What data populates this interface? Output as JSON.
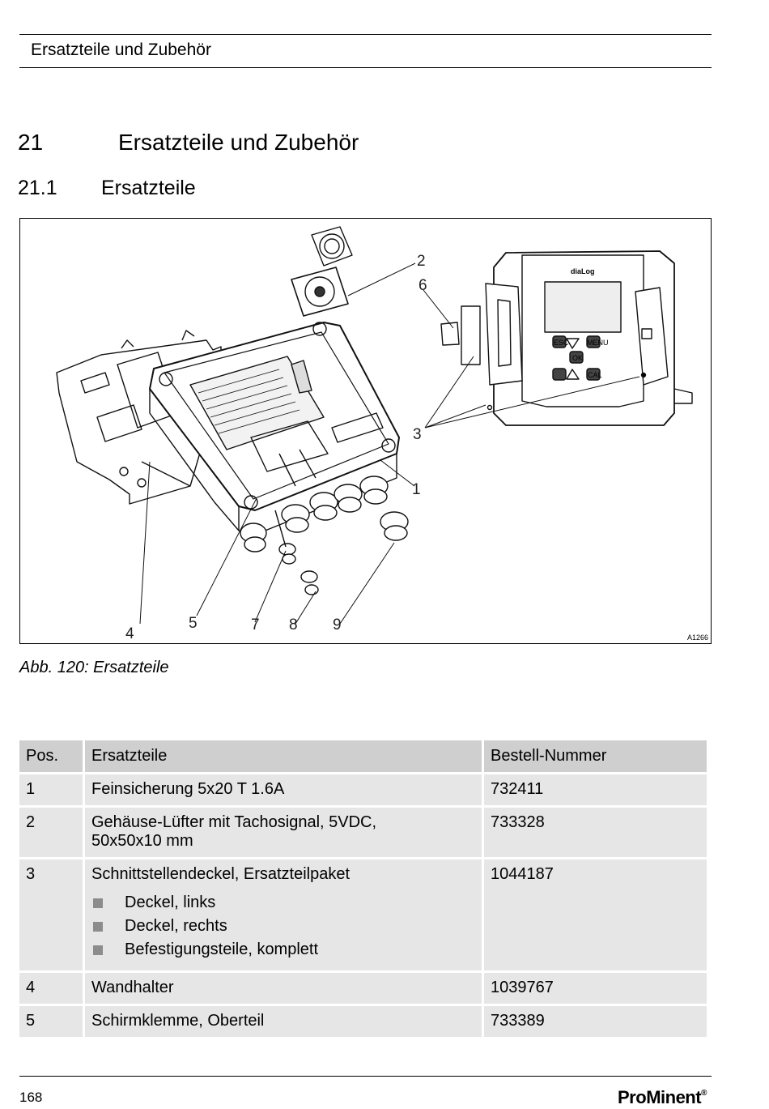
{
  "header": {
    "running_title": "Ersatzteile und Zubehör"
  },
  "chapter": {
    "number": "21",
    "title": "Ersatzteile und Zubehör"
  },
  "section": {
    "number": "21.1",
    "title": "Ersatzteile"
  },
  "figure": {
    "id": "A1266",
    "caption": "Abb. 120: Ersatzteile",
    "device_label": "diaLog",
    "keypad": [
      "ESC",
      "MENU",
      "OK",
      "CAL"
    ],
    "callouts": [
      "1",
      "2",
      "3",
      "4",
      "5",
      "6",
      "7",
      "8",
      "9"
    ]
  },
  "table": {
    "headers": [
      "Pos.",
      "Ersatzteile",
      "Bestell-Nummer"
    ],
    "rows": [
      {
        "pos": "1",
        "part": "Feinsicherung 5x20 T 1.6A",
        "order": "732411"
      },
      {
        "pos": "2",
        "part": "Gehäuse-Lüfter mit Tachosignal, 5VDC,",
        "part_line2": "50x50x10 mm",
        "order": "733328"
      },
      {
        "pos": "3",
        "part": "Schnittstellendeckel, Ersatzteilpaket",
        "order": "1044187",
        "items": [
          "Deckel, links",
          "Deckel, rechts",
          "Befestigungsteile, komplett"
        ]
      },
      {
        "pos": "4",
        "part": "Wandhalter",
        "order": "1039767"
      },
      {
        "pos": "5",
        "part": "Schirmklemme, Oberteil",
        "order": "733389"
      }
    ]
  },
  "footer": {
    "page_number": "168",
    "brand_pre": "Pro",
    "brand_mid": "Minent",
    "brand_mark": "®"
  },
  "colors": {
    "table_header": "#cfcfcf",
    "table_cell": "#e6e6e6",
    "bullet": "#8c8c8c"
  }
}
